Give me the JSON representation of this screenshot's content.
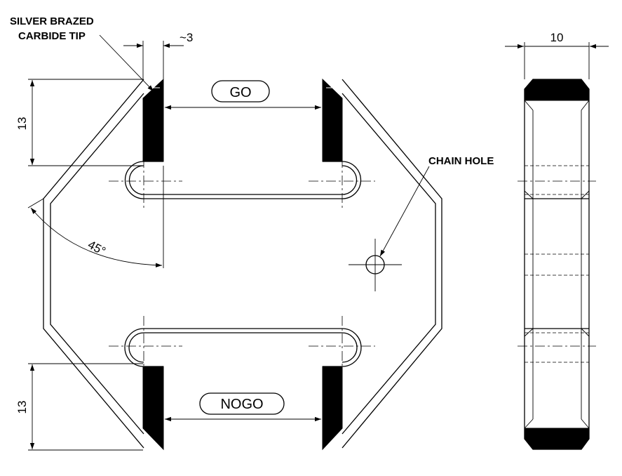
{
  "labels": {
    "tip_line1": "SILVER BRAZED",
    "tip_line2": "CARBIDE TIP",
    "chain_hole": "CHAIN HOLE",
    "go": "GO",
    "nogo": "NOGO"
  },
  "dimensions": {
    "tip_width": "~3",
    "thickness": "10",
    "top_height": "13",
    "bottom_height": "13",
    "angle": "45°"
  },
  "colors": {
    "line": "#000000",
    "background": "#ffffff"
  }
}
